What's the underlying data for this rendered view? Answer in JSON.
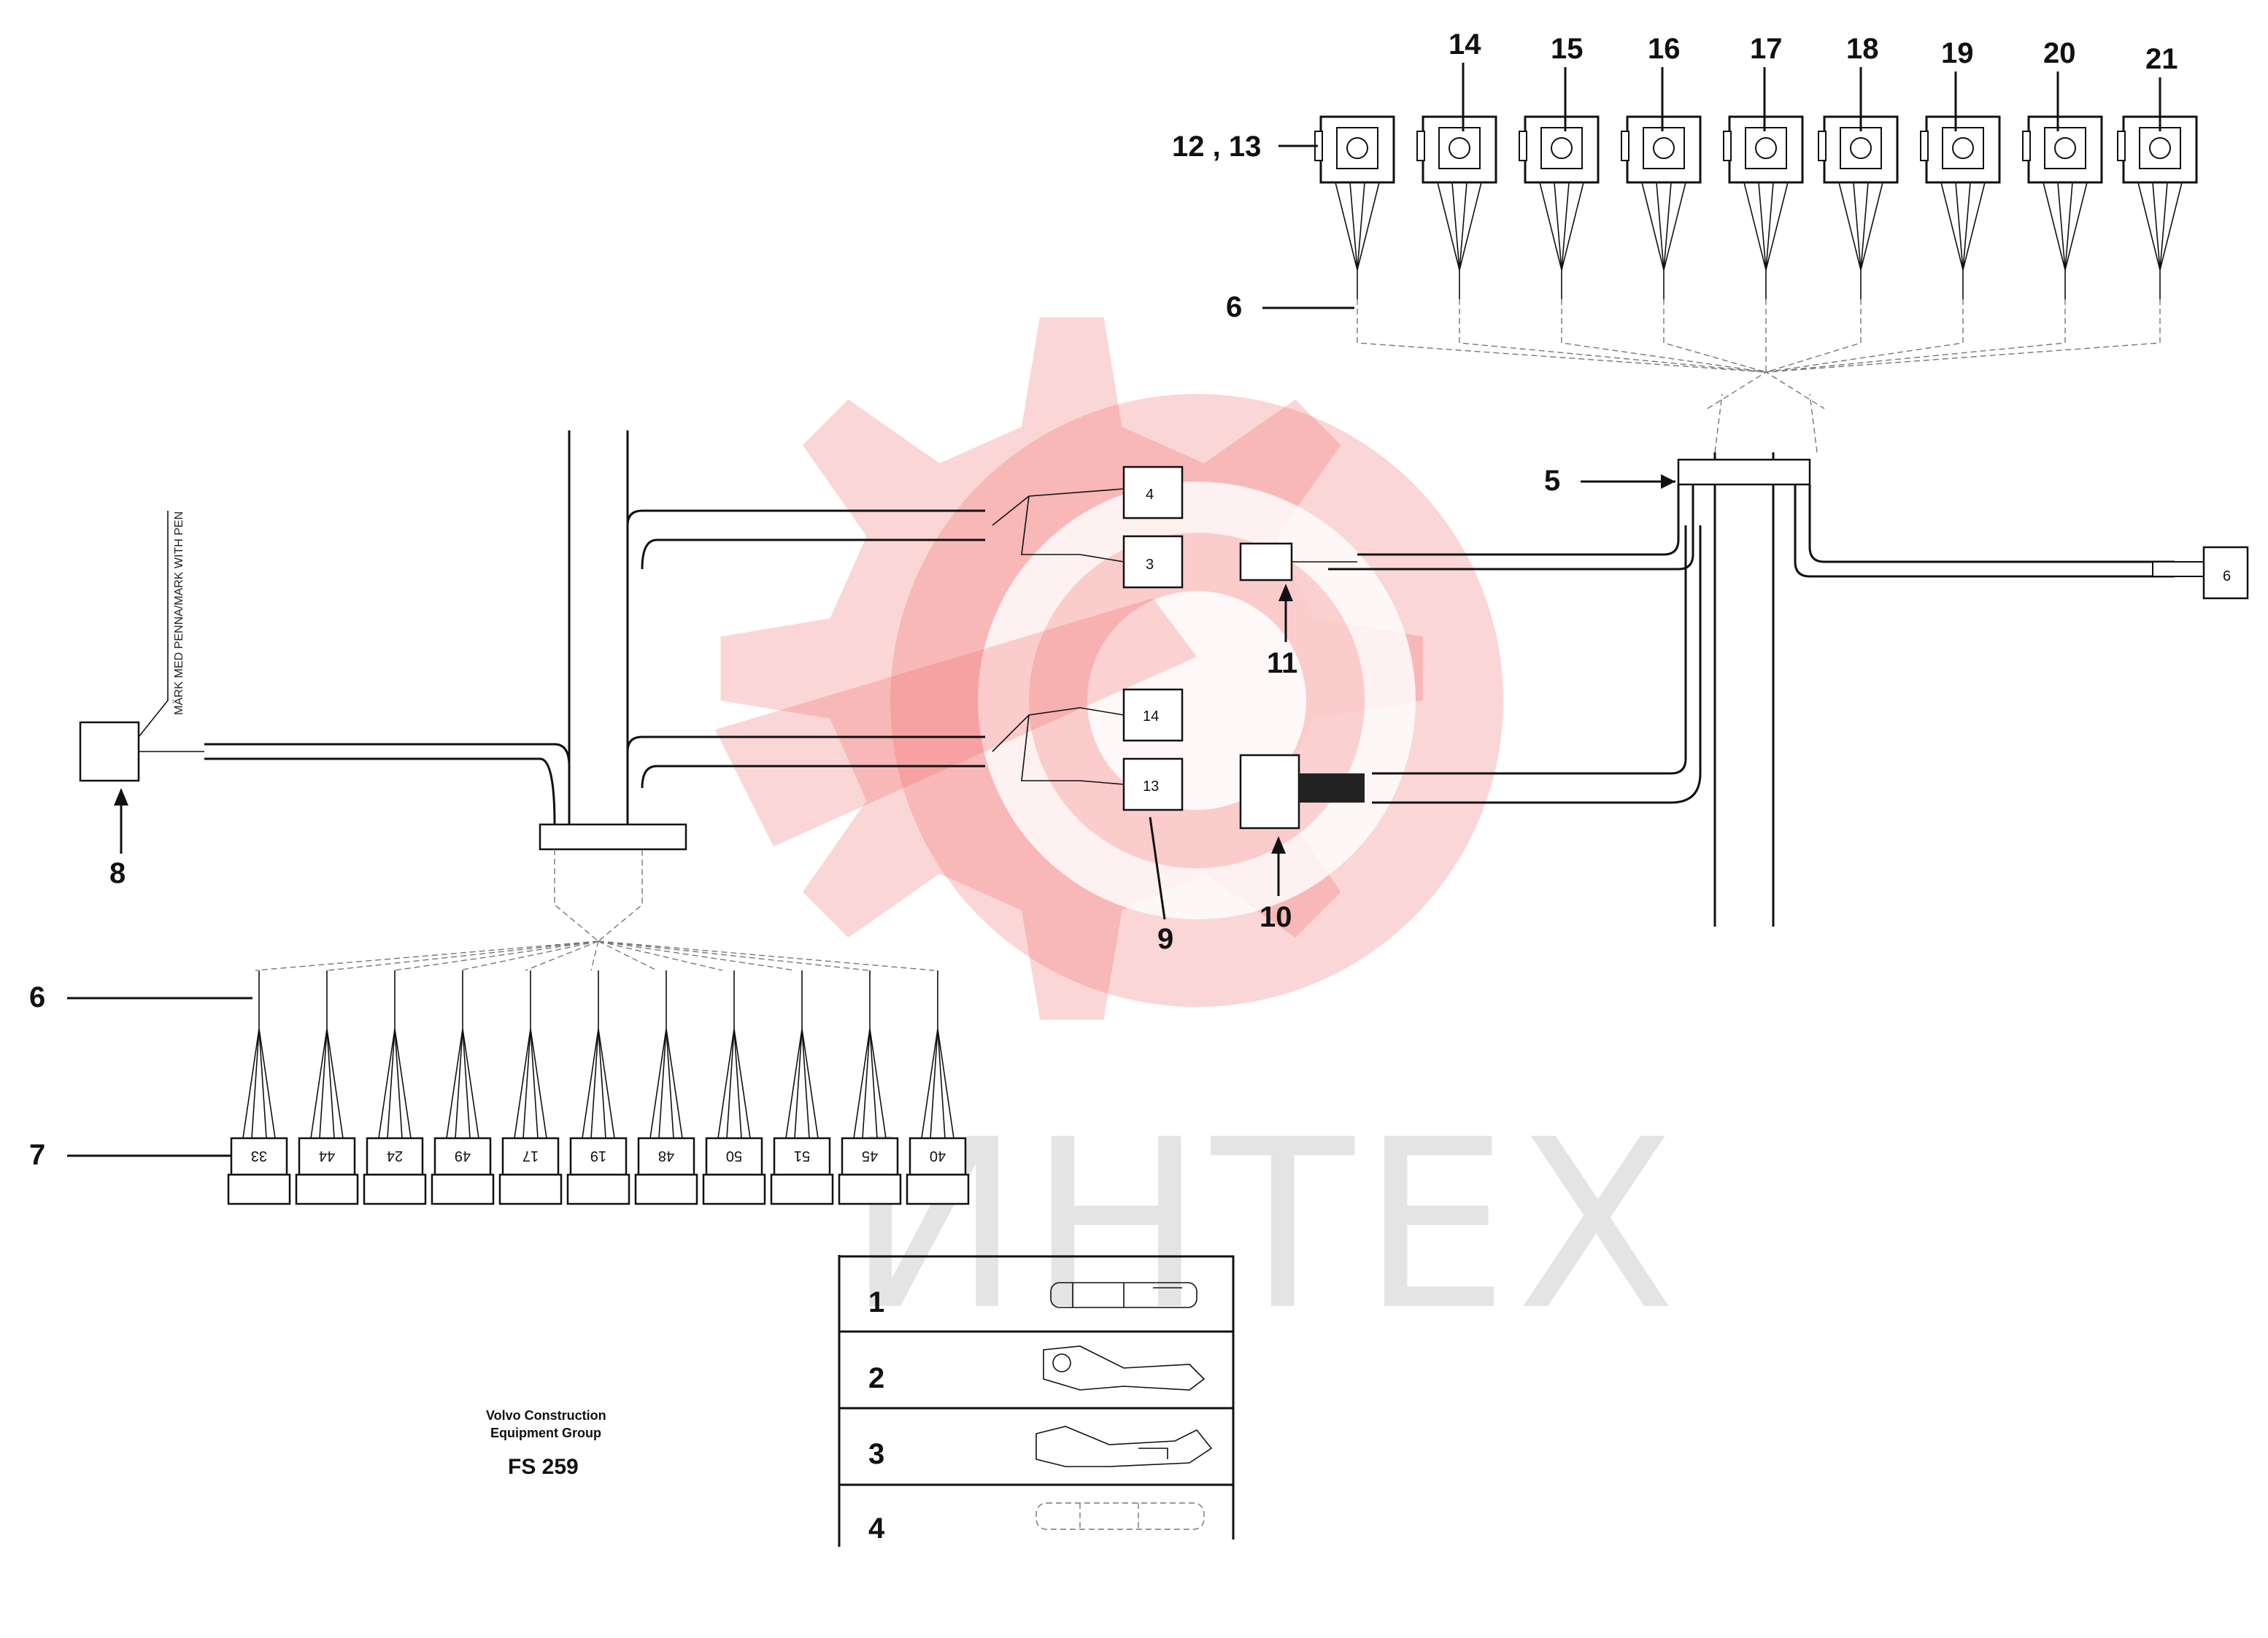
{
  "diagram": {
    "callouts": {
      "c12_13": "12 , 13",
      "c14": "14",
      "c15": "15",
      "c16": "16",
      "c17": "17",
      "c18": "18",
      "c19": "19",
      "c20": "20",
      "c21": "21",
      "c6_top": "6",
      "c6_left": "6",
      "c5": "5",
      "c7": "7",
      "c8": "8",
      "c9": "9",
      "c10": "10",
      "c11": "11"
    },
    "connector_labels": {
      "n4": "4",
      "n3": "3",
      "n14": "14",
      "n13": "13",
      "n6": "6"
    },
    "bottom_connectors": [
      "33",
      "44",
      "24",
      "49",
      "17",
      "19",
      "48",
      "50",
      "51",
      "45",
      "40"
    ],
    "wire_note": "MÄRK MED PENNA/MARK WITH PEN",
    "watermark": "ИНТЕХ",
    "footer": {
      "line1": "Volvo Construction",
      "line2": "Equipment Group",
      "code": "FS 259"
    },
    "parts_table": [
      {
        "no": "1"
      },
      {
        "no": "2"
      },
      {
        "no": "3"
      },
      {
        "no": "4"
      }
    ],
    "colors": {
      "watermark_gear": "#f26a6a",
      "watermark_text": "#cfcfcf",
      "ink": "#111111"
    }
  }
}
